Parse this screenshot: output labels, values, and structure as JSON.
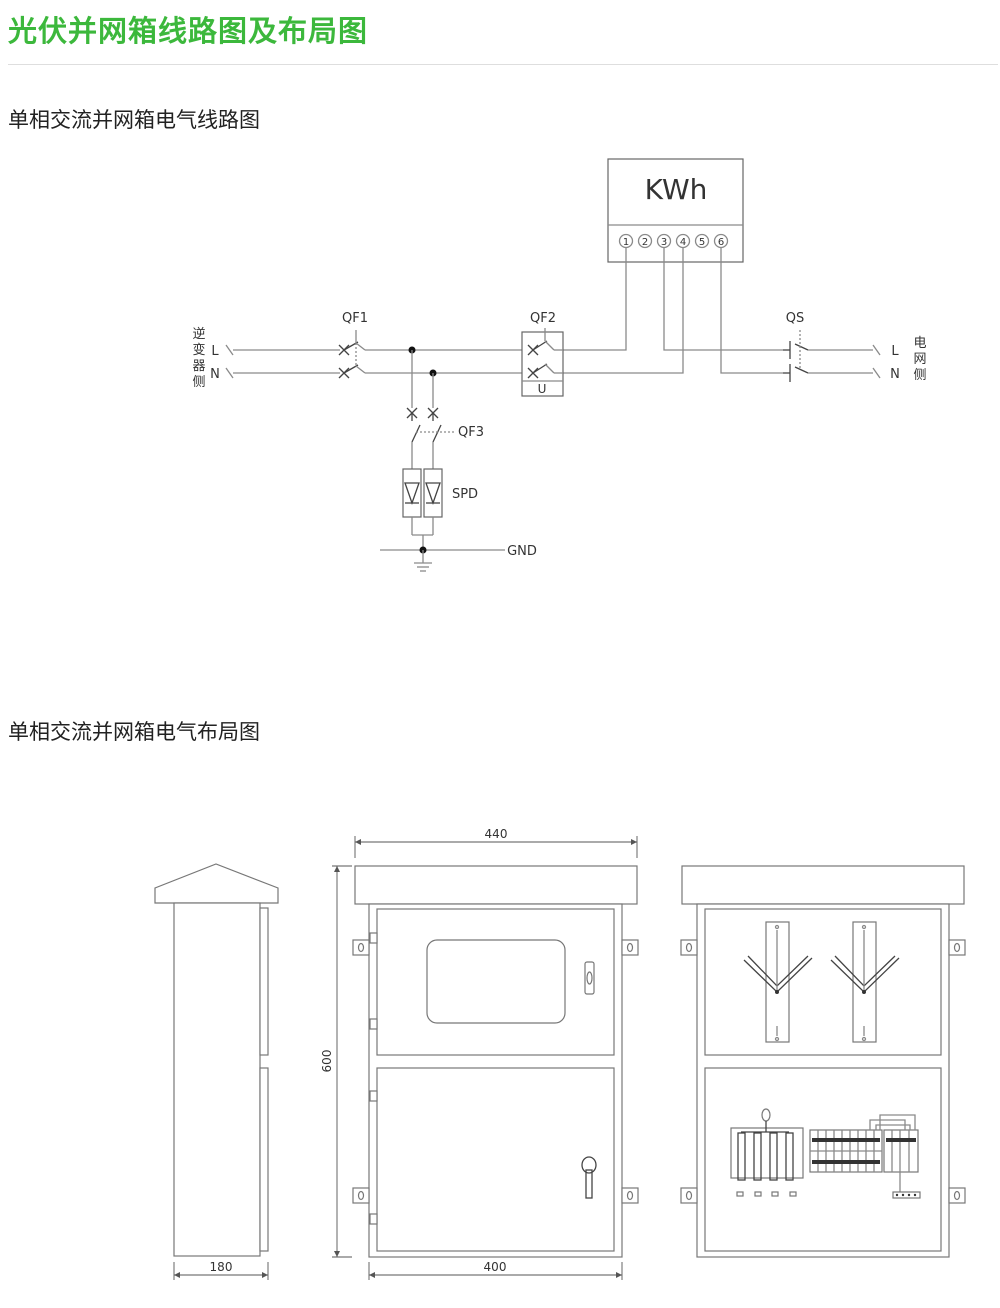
{
  "header": {
    "title": "光伏并网箱线路图及布局图"
  },
  "sections": {
    "circuit_title": "单相交流并网箱电气线路图",
    "layout_title": "单相交流并网箱电气布局图"
  },
  "circuit": {
    "meter_label": "KWh",
    "terminals": [
      "1",
      "2",
      "3",
      "4",
      "5",
      "6"
    ],
    "left_side_label": [
      "逆",
      "变",
      "器",
      "侧"
    ],
    "right_side_label": [
      "电",
      "网",
      "侧"
    ],
    "line_label_left_L": "L",
    "line_label_left_N": "N",
    "line_label_right_L": "L",
    "line_label_right_N": "N",
    "qf1": "QF1",
    "qf2": "QF2",
    "qf2_undervoltage": "U",
    "qf3": "QF3",
    "qs": "QS",
    "spd": "SPD",
    "gnd": "GND"
  },
  "layout": {
    "dim_width_top": "440",
    "dim_height": "600",
    "dim_width_bottom": "400",
    "dim_depth": "180"
  },
  "colors": {
    "title_green": "#3cb83c",
    "line_gray": "#8a8a8a"
  }
}
